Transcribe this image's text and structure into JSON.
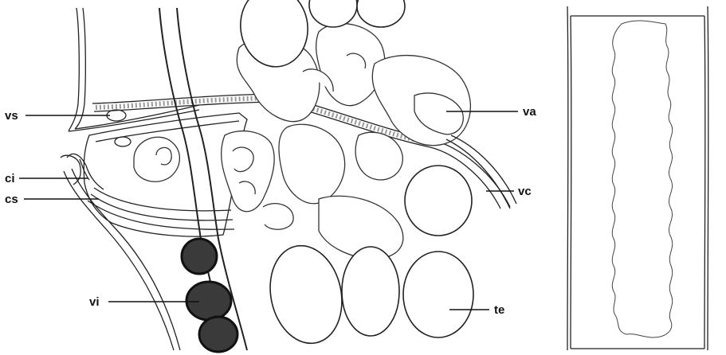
{
  "labels": {
    "vs": "vs",
    "ci": "ci",
    "cs": "cs",
    "vi": "vi",
    "va": "va",
    "vc": "vc",
    "te": "te"
  },
  "colors": {
    "ink": "#222222",
    "stipple": "#555555",
    "vitellaria": "#3a3a3a",
    "background": "#ffffff"
  }
}
